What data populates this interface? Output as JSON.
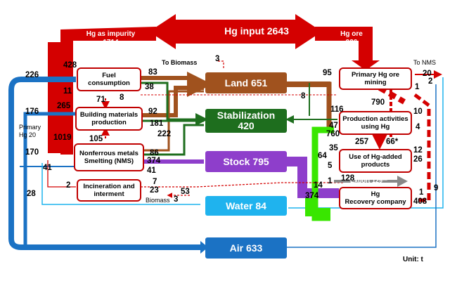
{
  "title": "Hg input 2643",
  "impurity": "Hg as impurity\n1714",
  "ore": "Hg ore\n926",
  "unit": "Unit: t",
  "processes": {
    "fuel": "Fuel\nconsumption",
    "building": "Building materials\nproduction",
    "nms": "Nonferrous metals\nSmelting (NMS)",
    "incin": "Incineration and\ninterment",
    "mining": "Primary Hg ore\nmining",
    "production": "Production activities\nusing Hg",
    "products": "Use of Hg-added\nproducts",
    "recovery": "Hg\nRecovery company"
  },
  "sinks": {
    "land": "Land 651",
    "stabilization": "Stabilization\n420",
    "stock": "Stock 795",
    "water": "Water 84",
    "air": "Air 633"
  },
  "export": "Export 129**",
  "labels": {
    "to_biomass": "To Biomass",
    "to_nms": "To NMS",
    "primary_hg": "Primary\nHg 20",
    "biomass_bottom": "Biomass"
  },
  "flows": {
    "f428": "428",
    "f226": "226",
    "f11": "11",
    "f83": "83",
    "f38": "38",
    "f3a": "3",
    "f71": "71",
    "f8a": "8",
    "f265": "265",
    "f176": "176",
    "f92": "92",
    "f181": "181",
    "f222": "222",
    "f105": "105",
    "f1019": "1019",
    "f170": "170",
    "f41a": "41",
    "f86": "86",
    "f374a": "374",
    "f41b": "41",
    "f2": "2",
    "f7": "7",
    "f23": "23",
    "f53": "53",
    "f3b": "3",
    "f28": "28",
    "f95": "95",
    "f20": "20",
    "f2b": "2",
    "f1a": "1",
    "f790": "790",
    "f8b": "8",
    "f116": "116",
    "f10": "10",
    "f47": "47",
    "f760": "760",
    "f4": "4",
    "f257": "257",
    "f66": "66*",
    "f35": "35",
    "f64": "64",
    "f12": "12",
    "f26": "26",
    "f5": "5",
    "f128": "128",
    "f1b": "1",
    "f14": "14",
    "f374b": "374",
    "f1c": "1",
    "f9": "9",
    "f408": "408"
  },
  "colors": {
    "red": "#d40000",
    "land": "#a0521e",
    "stabilization": "#1e6e1e",
    "stock": "#8e3ecb",
    "water": "#1fb3ee",
    "air": "#1b72c4",
    "green": "#39e600",
    "gray": "#888888"
  }
}
